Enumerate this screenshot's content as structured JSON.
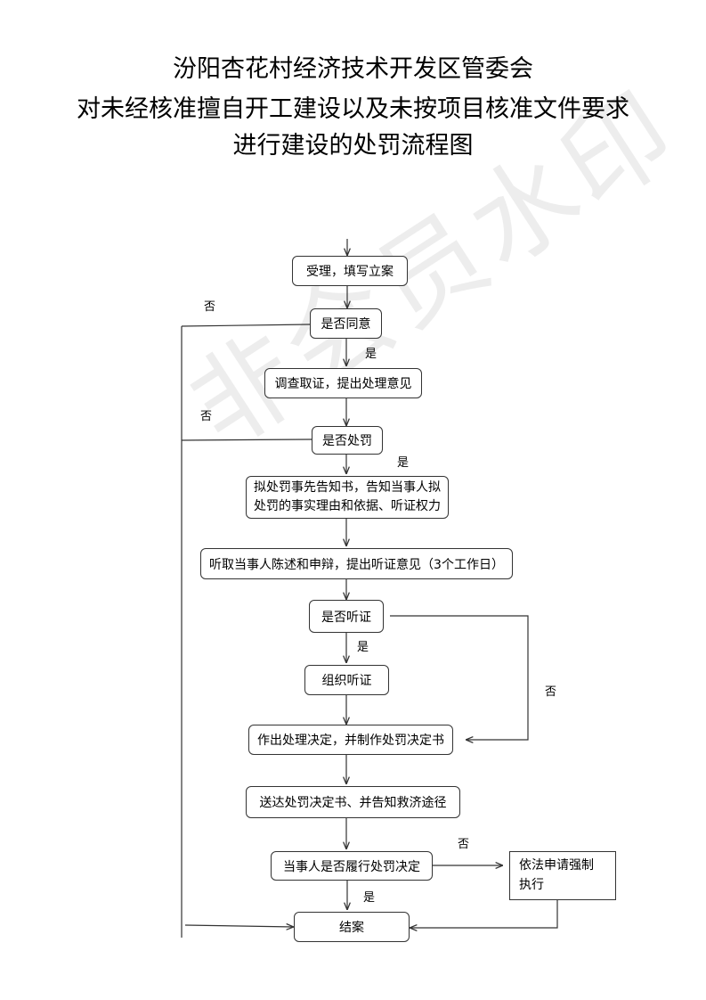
{
  "title": {
    "line1": "汾阳杏花村经济技术开发区管委会",
    "line2": "对未经核准擅自开工建设以及未按项目核准文件要求",
    "line3": "进行建设的处罚流程图"
  },
  "watermark": "非会员水印",
  "nodes": {
    "accept": "受理，填写立案",
    "agree_q": "是否同意",
    "investigate": "调查取证，提出处理意见",
    "punish_q": "是否处罚",
    "notice_line1": "拟处罚事先告知书，告知当事人拟",
    "notice_line2": "处罚的事实理由和依据、听证权力",
    "hear_statement": "听取当事人陈述和申辩，提出听证意见（3个工作日）",
    "hearing_q": "是否听证",
    "organize_hearing": "组织听证",
    "decision": "作出处理决定，并制作处罚决定书",
    "deliver": "送达处罚决定书、并告知救济途径",
    "comply_q": "当事人是否履行处罚决定",
    "enforce": "依法申请强制执行",
    "close": "结案"
  },
  "labels": {
    "yes": "是",
    "no": "否"
  }
}
